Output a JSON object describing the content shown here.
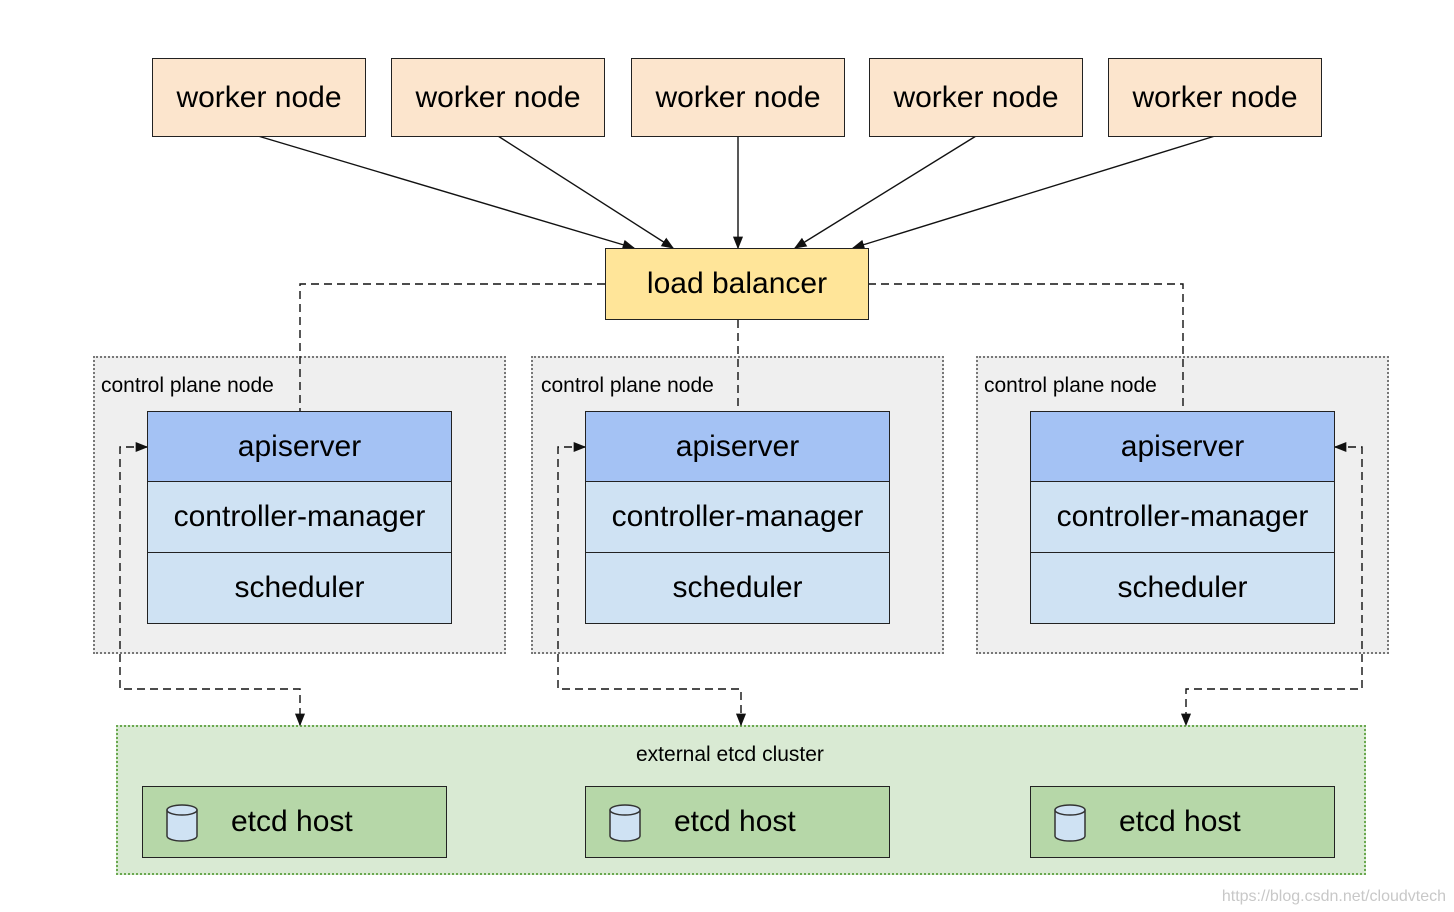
{
  "workers": [
    "worker node",
    "worker node",
    "worker node",
    "worker node",
    "worker node"
  ],
  "load_balancer": "load balancer",
  "control_plane_nodes": [
    {
      "label": "control plane node",
      "components": [
        "apiserver",
        "controller-manager",
        "scheduler"
      ]
    },
    {
      "label": "control plane node",
      "components": [
        "apiserver",
        "controller-manager",
        "scheduler"
      ]
    },
    {
      "label": "control plane node",
      "components": [
        "apiserver",
        "controller-manager",
        "scheduler"
      ]
    }
  ],
  "etcd_cluster": {
    "label": "external etcd cluster",
    "hosts": [
      "etcd host",
      "etcd host",
      "etcd host"
    ]
  },
  "colors": {
    "worker": "#fce5cd",
    "load_balancer": "#ffe599",
    "apiserver": "#a4c2f4",
    "component": "#cfe2f3",
    "control_plane_bg": "#efefef",
    "etcd_cluster_bg": "#d9ead3",
    "etcd_host": "#b6d7a8"
  },
  "icons": {
    "etcd_host": "database-cylinder-icon"
  },
  "watermark": "https://blog.csdn.net/cloudvtech"
}
